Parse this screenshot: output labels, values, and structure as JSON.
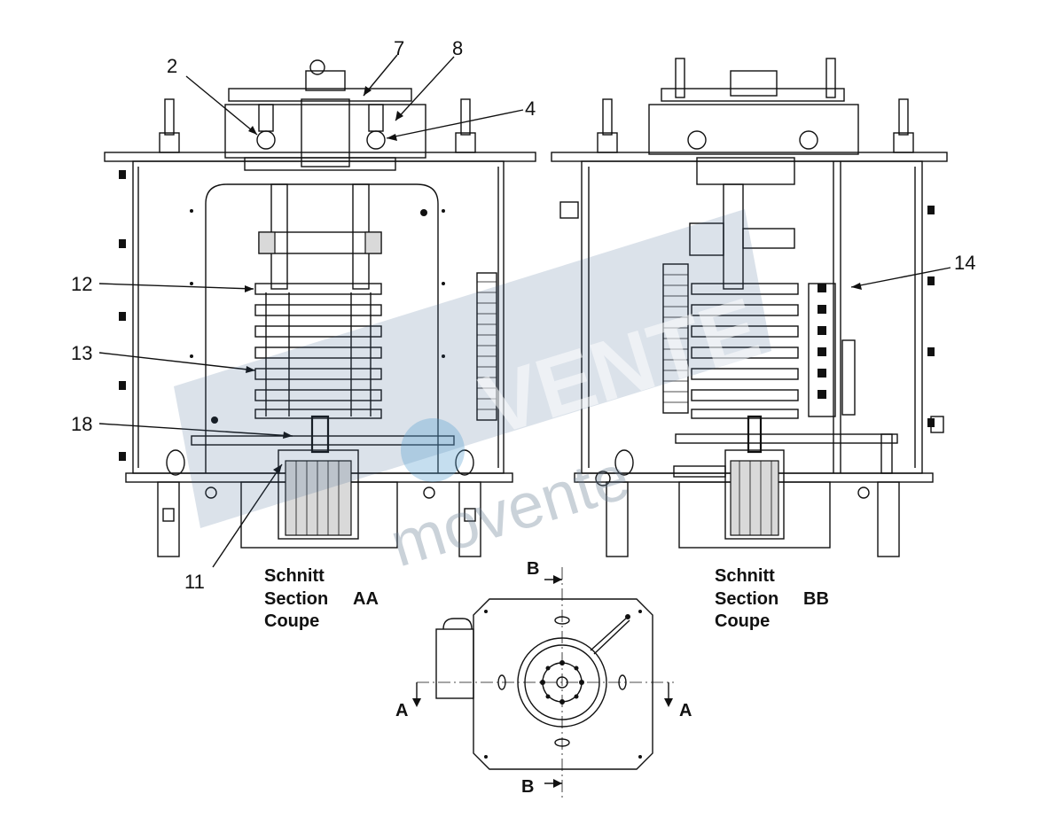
{
  "callouts": {
    "c2": "2",
    "c7": "7",
    "c8": "8",
    "c4": "4",
    "c12": "12",
    "c13": "13",
    "c18": "18",
    "c11": "11",
    "c14": "14"
  },
  "section_aa": {
    "line1": "Schnitt",
    "line2_word": "Section",
    "line2_mark": "AA",
    "line3": "Coupe"
  },
  "section_bb": {
    "line1": "Schnitt",
    "line2_word": "Section",
    "line2_mark": "BB",
    "line3": "Coupe"
  },
  "plan_view": {
    "mark_a_left": "A",
    "mark_a_right": "A",
    "mark_b_top": "B",
    "mark_b_bottom": "B"
  },
  "watermark": {
    "word": "VENTE",
    "site": "movente"
  }
}
